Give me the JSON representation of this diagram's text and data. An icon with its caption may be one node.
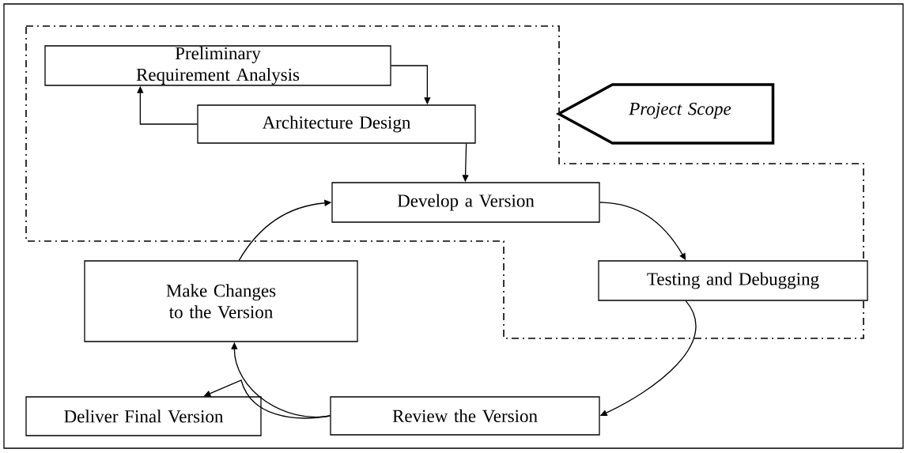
{
  "diagram": {
    "nodes": [
      {
        "text": [
          "Preliminary Requirement Analysis"
        ]
      },
      {
        "text": [
          "Architecture Design"
        ]
      },
      {
        "text": [
          "Project Scope"
        ]
      },
      {
        "text": [
          "Develop a Version"
        ]
      },
      {
        "text": [
          "Testing and Debugging"
        ]
      },
      {
        "text": [
          "Review the Version"
        ]
      },
      {
        "text": [
          "Make Changes to the Version"
        ]
      },
      {
        "text": [
          "Deliver Final Version"
        ]
      }
    ],
    "edges": [
      {
        "from": 0,
        "to": 1,
        "arrow": "to"
      },
      {
        "from": 1,
        "to": 0,
        "arrow": "to"
      },
      {
        "from": 1,
        "to": 3,
        "arrow": "to"
      },
      {
        "from": 3,
        "to": 4,
        "arrow": "to"
      },
      {
        "from": 4,
        "to": 5,
        "arrow": "to"
      },
      {
        "from": 5,
        "to": 6,
        "arrow": "to"
      },
      {
        "from": 6,
        "to": 3,
        "arrow": "to"
      },
      {
        "from": 5,
        "to": 7,
        "arrow": "to"
      }
    ]
  }
}
